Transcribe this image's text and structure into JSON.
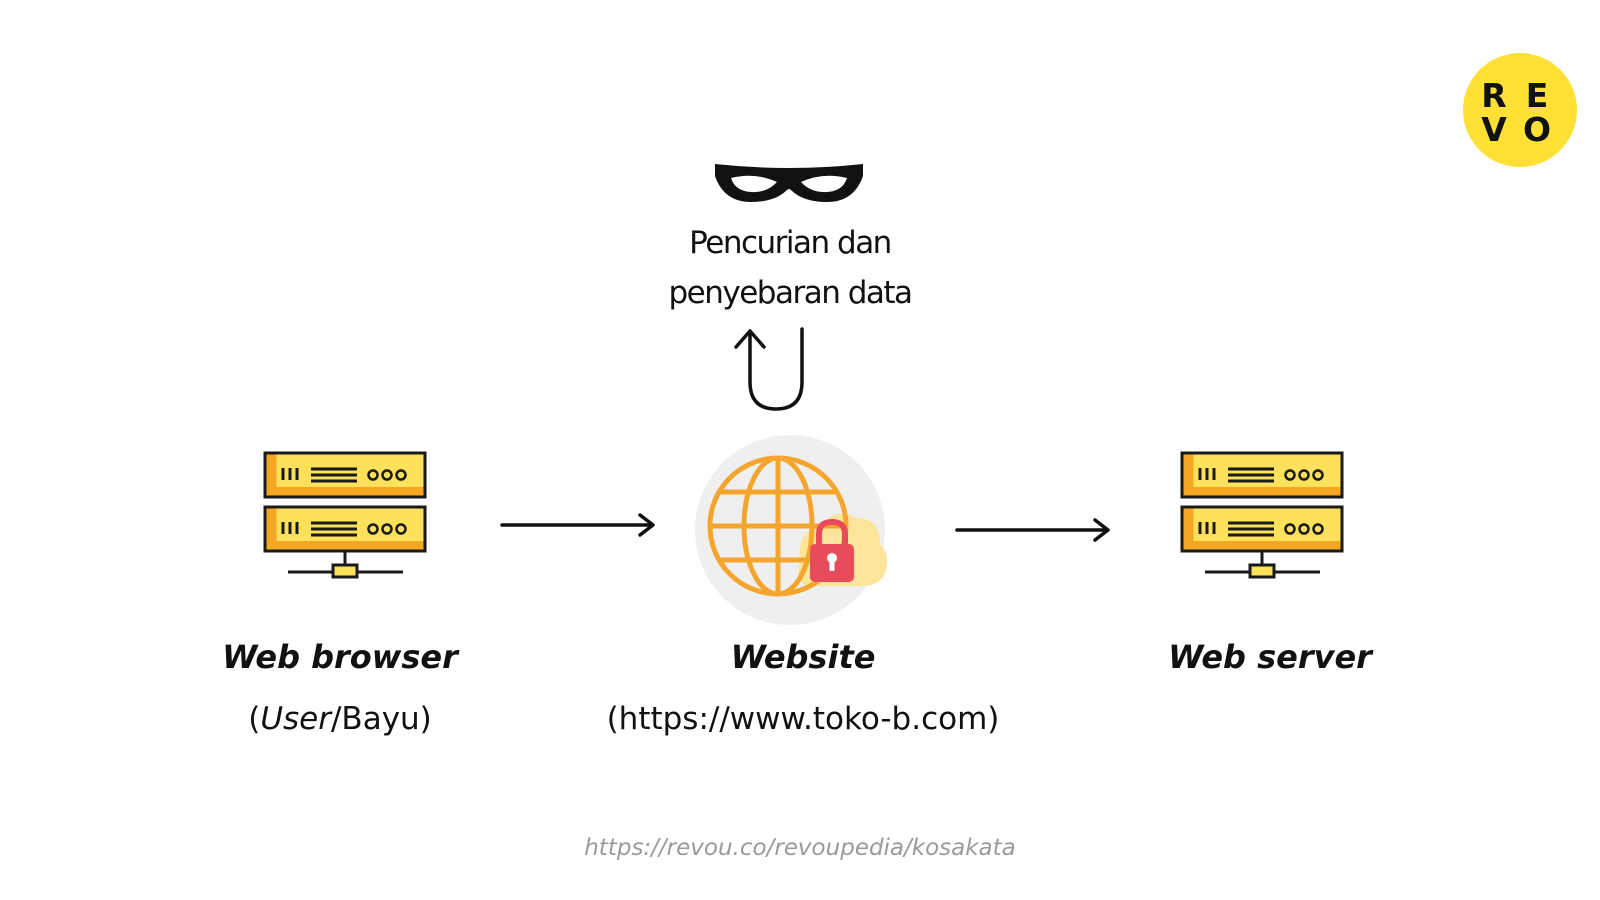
{
  "brand": {
    "logo_letters": [
      "R",
      "E",
      "V",
      "O"
    ],
    "logo_color": "#FEE134"
  },
  "threat": {
    "icon": "thief-mask-icon",
    "line1": "Pencurian dan",
    "line2": "penyebaran data",
    "arrow_icon": "u-turn-arrow-icon"
  },
  "nodes": {
    "browser": {
      "icon": "server-icon",
      "title": "Web browser",
      "sub_open": "(",
      "sub_user": "User",
      "sub_rest": "/Bayu)"
    },
    "website": {
      "icon": "secure-globe-icon",
      "title": "Website",
      "sub": "(https://www.toko-b.com)"
    },
    "server": {
      "icon": "server-icon",
      "title": "Web server"
    }
  },
  "footer": {
    "url": "https://revou.co/revoupedia/kosakata"
  },
  "colors": {
    "server_yellow": "#FEE15A",
    "server_orange": "#F5A623",
    "globe_orange": "#F4A52E",
    "lock_red": "#E84C5A",
    "cloud_yellow": "#FCE49A",
    "globe_bg": "#EFEFEF",
    "ink": "#111111"
  }
}
